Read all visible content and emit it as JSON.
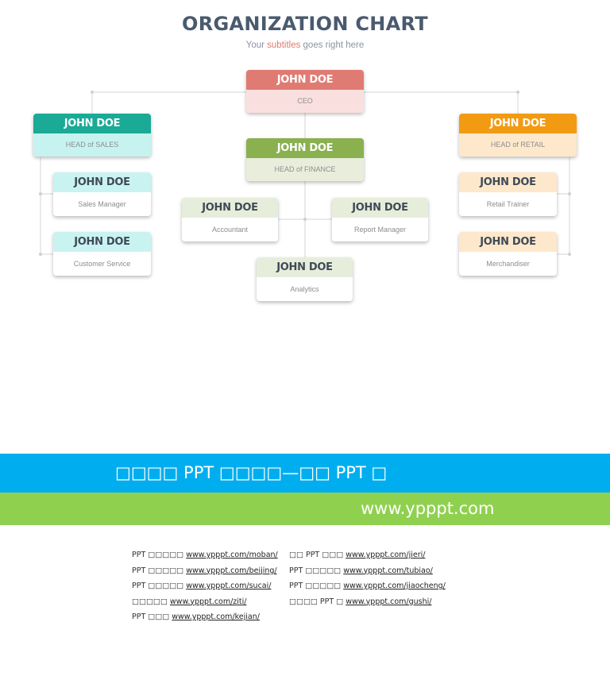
{
  "header": {
    "title": "ORGANIZATION CHART",
    "subtitle_pre": "Your ",
    "subtitle_hl": "subtitles",
    "subtitle_post": " goes right here"
  },
  "nodes": {
    "ceo": {
      "name": "JOHN DOE",
      "role": "CEO"
    },
    "head_sales": {
      "name": "JOHN DOE",
      "role": "HEAD of SALES"
    },
    "head_finance": {
      "name": "JOHN DOE",
      "role": "HEAD of FINANCE"
    },
    "head_retail": {
      "name": "JOHN DOE",
      "role": "HEAD of RETAIL"
    },
    "sales_manager": {
      "name": "JOHN DOE",
      "role": "Sales Manager"
    },
    "customer_service": {
      "name": "JOHN DOE",
      "role": "Customer Service"
    },
    "accountant": {
      "name": "JOHN DOE",
      "role": "Accountant"
    },
    "report_manager": {
      "name": "JOHN DOE",
      "role": "Report Manager"
    },
    "analytics": {
      "name": "JOHN DOE",
      "role": "Analytics"
    },
    "retail_trainer": {
      "name": "JOHN DOE",
      "role": "Retail Trainer"
    },
    "merchandiser": {
      "name": "JOHN DOE",
      "role": "Merchandiser"
    }
  },
  "colors": {
    "ceo_header": "#e07b73",
    "ceo_body": "#f9e0df",
    "sales_header": "#1aaa96",
    "sales_body": "#c6f3ef",
    "finance_header": "#8ab050",
    "finance_body": "#e8eedb",
    "retail_header": "#f29b12",
    "retail_body": "#fde8cc",
    "sales_sub_header": "#c9f3f1",
    "finance_sub_header": "#e7eddb",
    "retail_sub_header": "#fde8cb",
    "blue_band": "#00aeef",
    "green_band": "#8fd14f"
  },
  "footer": {
    "banner_text": "□□□□ PPT □□□□—□□ PPT □",
    "site": "www.ypppt.com",
    "links_left": [
      {
        "label": "PPT □□□□□ ",
        "url": "www.ypppt.com/moban/"
      },
      {
        "label": "PPT □□□□□ ",
        "url": "www.ypppt.com/beijing/"
      },
      {
        "label": "PPT □□□□□  ",
        "url": "www.ypppt.com/sucai/"
      },
      {
        "label": "□□□□□ ",
        "url": "www.ypppt.com/ziti/"
      },
      {
        "label": "PPT □□□ ",
        "url": "www.ypppt.com/kejian/"
      }
    ],
    "links_right": [
      {
        "label": "□□ PPT □□□ ",
        "url": "www.ypppt.com/jieri/"
      },
      {
        "label": "PPT □□□□□ ",
        "url": "www.ypppt.com/tubiao/"
      },
      {
        "label": "PPT □□□□□ ",
        "url": "www.ypppt.com/jiaocheng/"
      },
      {
        "label": "□□□□ PPT □ ",
        "url": "www.ypppt.com/gushi/"
      }
    ]
  }
}
